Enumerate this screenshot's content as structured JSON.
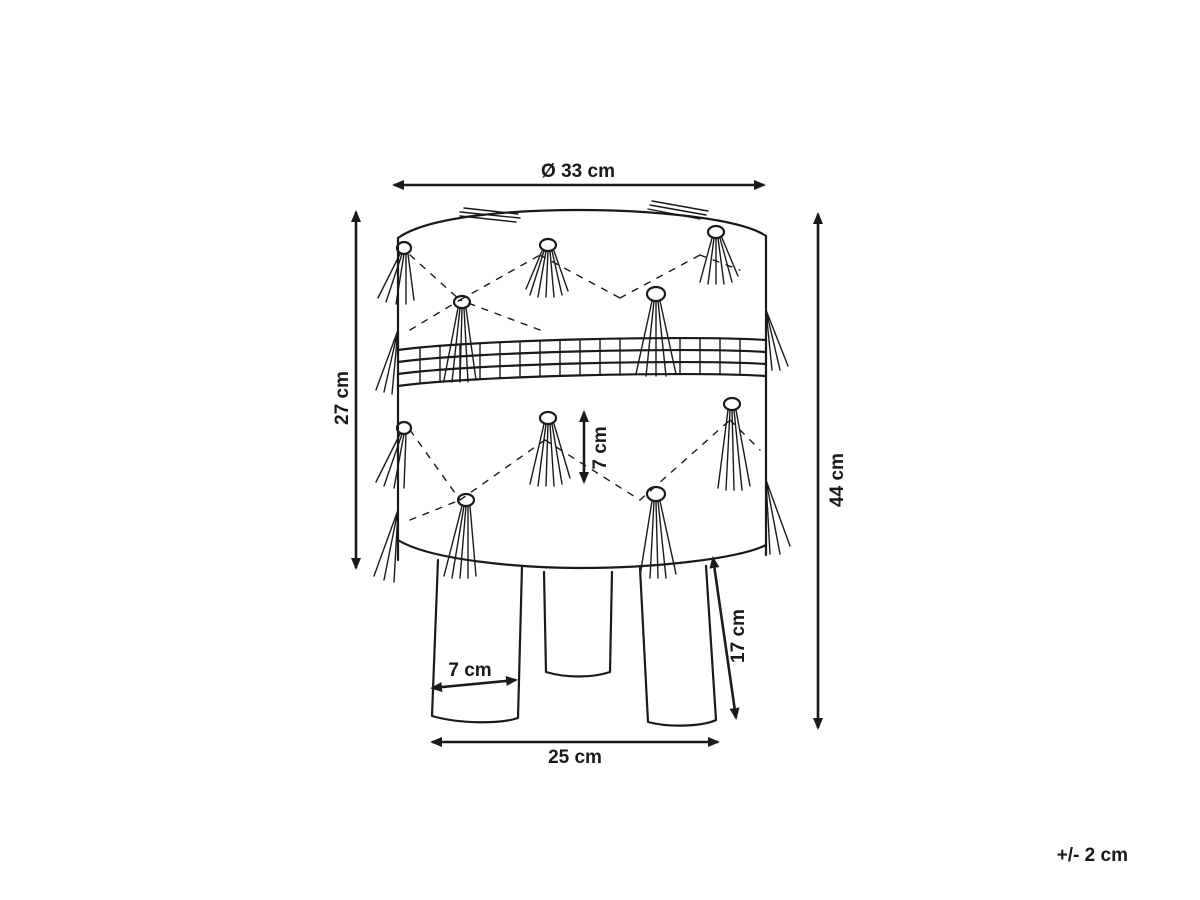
{
  "dimensions": {
    "top_diameter": "Ø 33 cm",
    "seat_height": "27 cm",
    "total_height": "44 cm",
    "tassel_length": "7 cm",
    "leg_width": "7 cm",
    "leg_height": "17 cm",
    "base_width": "25 cm"
  },
  "tolerance": "+/- 2 cm",
  "colors": {
    "line": "#1a1a1a",
    "background": "#ffffff"
  }
}
